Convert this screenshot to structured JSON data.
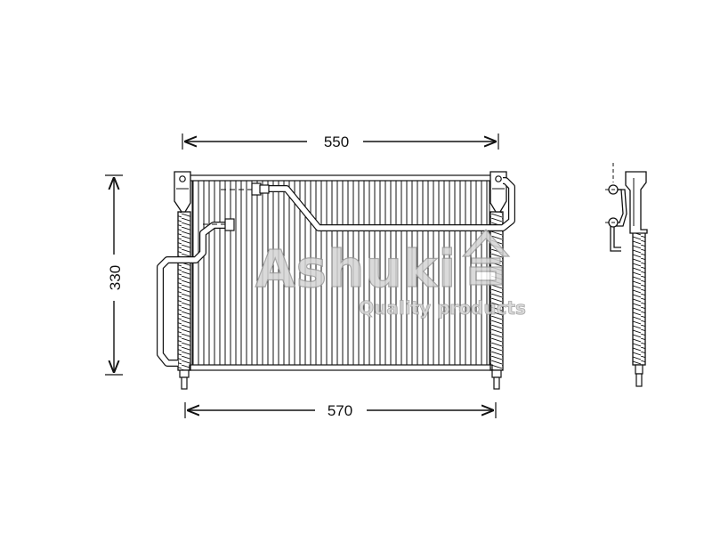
{
  "dimensions": {
    "top_width": "550",
    "bottom_width": "570",
    "height": "330"
  },
  "watermark": {
    "brand": "Ashuki",
    "tagline": "Quality products"
  },
  "colors": {
    "line": "#111111",
    "watermark": "#c8c8c8"
  }
}
